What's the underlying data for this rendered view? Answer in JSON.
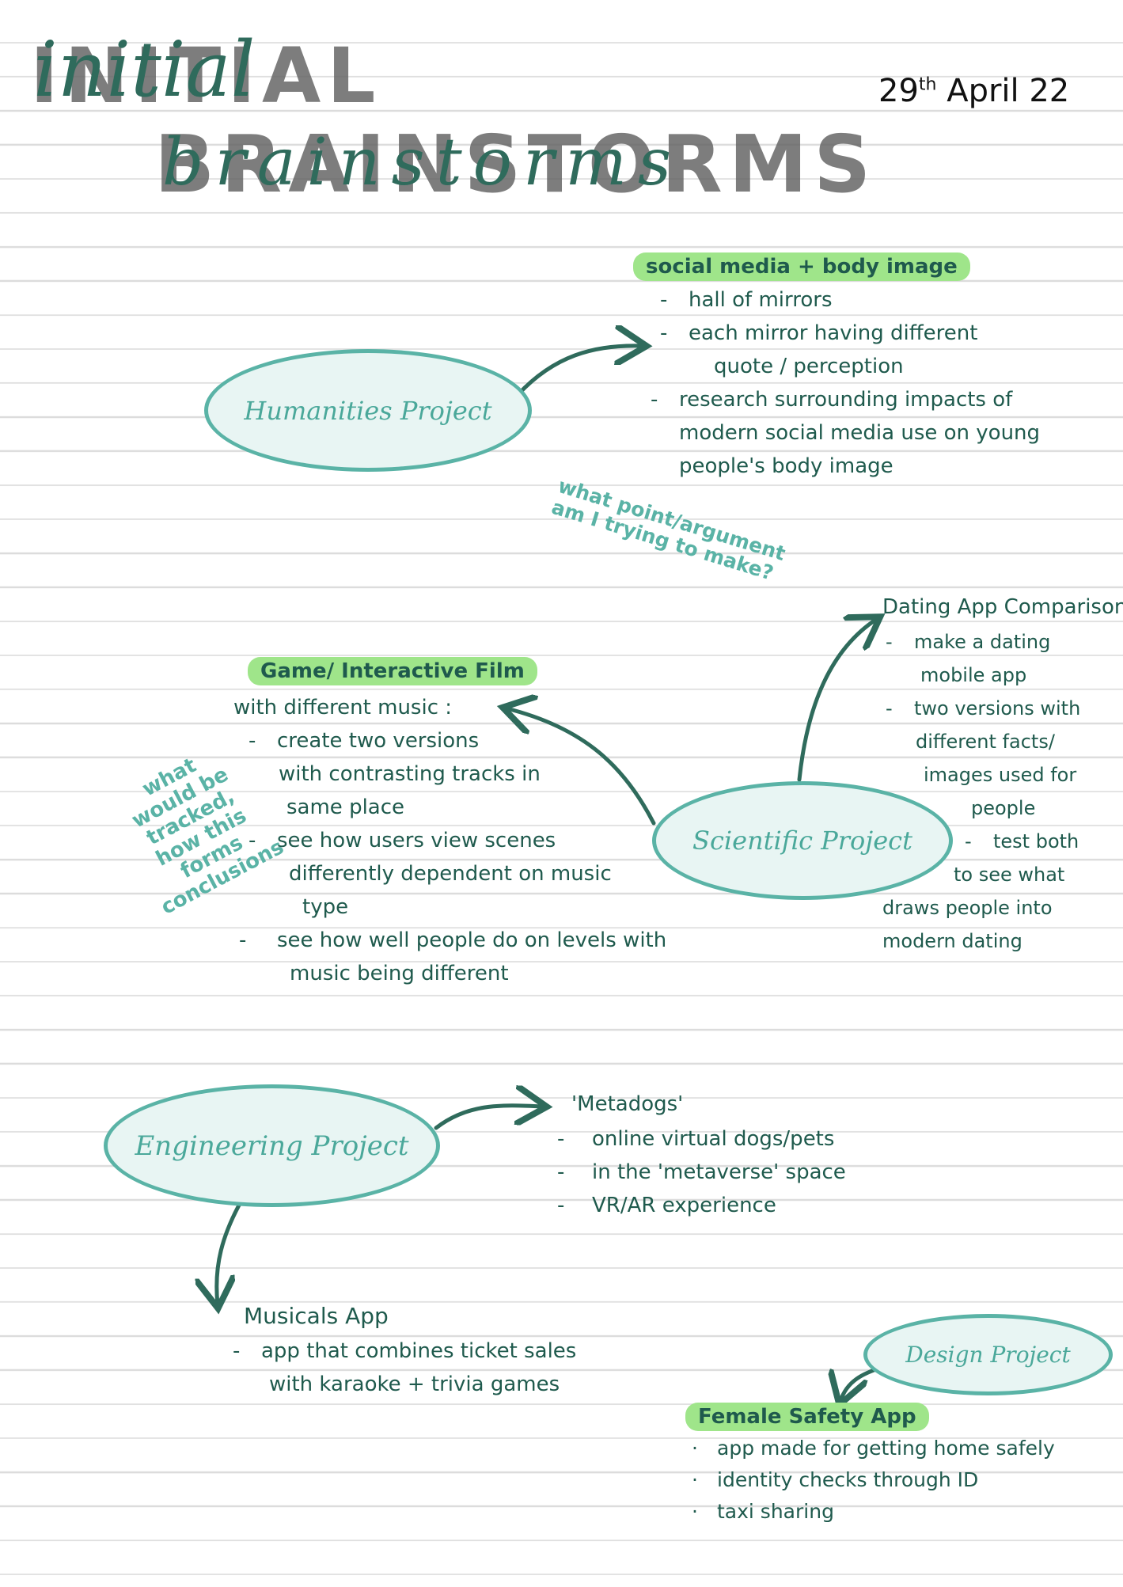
{
  "title": {
    "script_line1": "initial",
    "big_line1": "INITIAL",
    "big_line2": "BRAINSTORMS",
    "script_line2": "brainstorms"
  },
  "date": {
    "day": "29",
    "suffix": "th",
    "rest": "April 22"
  },
  "humanities": {
    "label": "Humanities Project",
    "topic": "social media + body image",
    "points": [
      "hall of mirrors",
      "each mirror having different",
      "quote / perception",
      "research surrounding impacts of",
      "modern social media use on young",
      "people's body image"
    ],
    "aside": [
      "what point/argument",
      "am I trying to make?"
    ]
  },
  "scientific": {
    "label": "Scientific Project",
    "game_topic": "Game/ Interactive Film",
    "game_intro": "with different music :",
    "game_points": [
      "create two versions",
      "with contrasting tracks in",
      "same place",
      "see how users view scenes",
      "differently dependent on music",
      "type",
      "see how well people do on levels with",
      "music being different"
    ],
    "aside": [
      "what",
      "would be",
      "tracked,",
      "how this",
      "forms",
      "conclusions"
    ],
    "dating_topic": "Dating App Comparison",
    "dating_points": [
      "make a dating",
      "mobile app",
      "two versions with",
      "different facts/",
      "images used for",
      "people",
      "test both",
      "to see what",
      "draws people into",
      "modern dating"
    ]
  },
  "engineering": {
    "label": "Engineering Project",
    "metadogs_title": "'Metadogs'",
    "metadogs_points": [
      "online virtual dogs/pets",
      "in the 'metaverse' space",
      "VR/AR experience"
    ],
    "musicals_title": "Musicals App",
    "musicals_points": [
      "app that combines ticket sales",
      "with karaoke + trivia games"
    ]
  },
  "design": {
    "label": "Design Project",
    "topic": "Female Safety App",
    "points": [
      "app made for getting home safely",
      "identity checks through ID",
      "taxi sharing"
    ]
  },
  "colors": {
    "ink": "#1f5a4d",
    "teal": "#5ab3a6",
    "highlight": "#9fe58a",
    "ellipse_fill": "#e8f5f3",
    "title_grey": "#606060"
  }
}
